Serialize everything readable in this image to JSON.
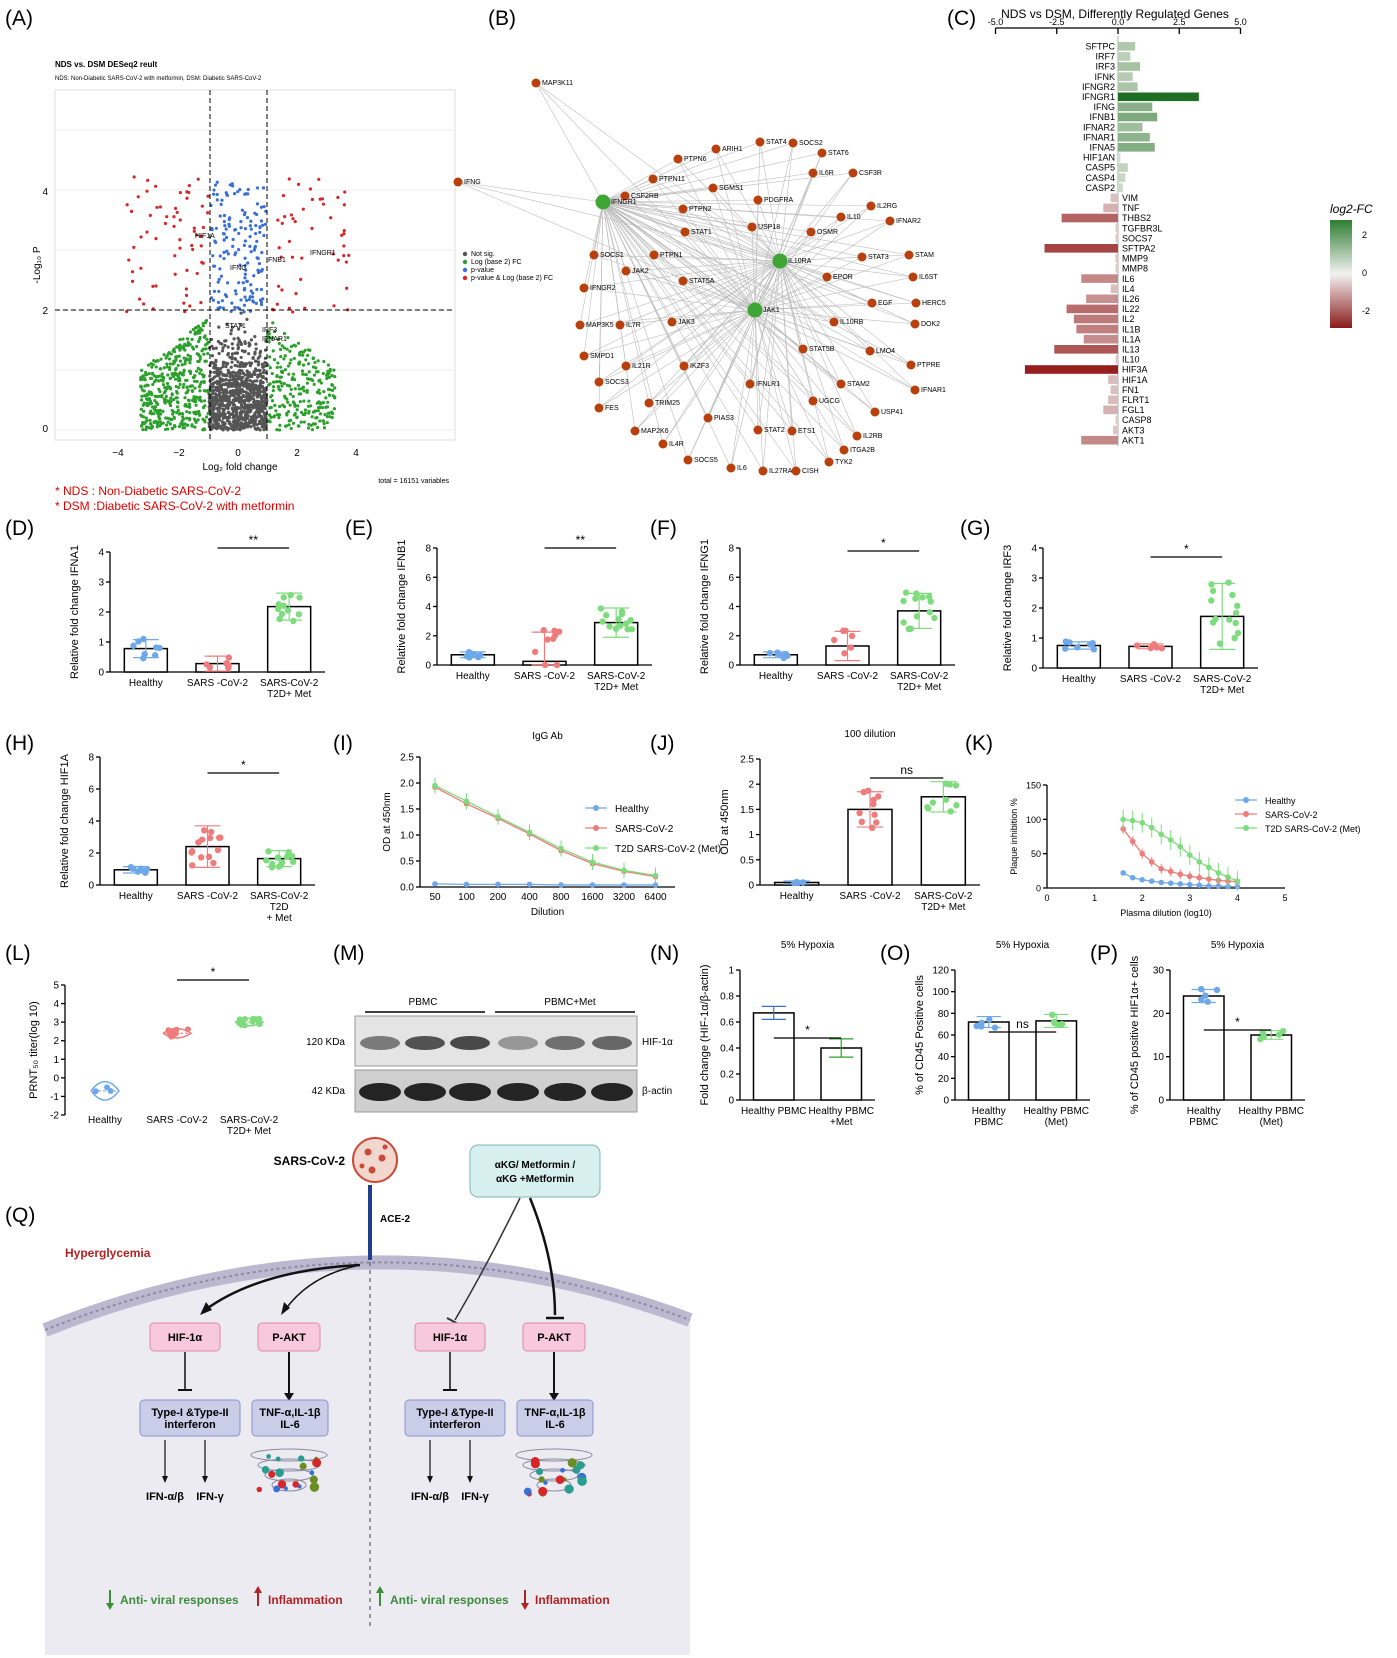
{
  "colors": {
    "up": "#d62728",
    "blue": "#3a6fd6",
    "green": "#2ca02c",
    "grey": "#555555",
    "healthy": "#6fa8e8",
    "sars": "#ee7c7c",
    "t2d": "#7edc7e",
    "node_red": "#b8400c",
    "node_green": "#3fa535",
    "pink": "#f8c8dc",
    "lavender": "#c9cde8",
    "teal": "#d8efef",
    "cell": "#ecebf2"
  },
  "panel_labels": [
    "(A)",
    "(B)",
    "(C)",
    "(D)",
    "(E)",
    "(F)",
    "(G)",
    "(H)",
    "(I)",
    "(J)",
    "(K)",
    "(L)",
    "(M)",
    "(N)",
    "(O)",
    "(P)",
    "(Q)"
  ],
  "panelA": {
    "title": "NDS vs. DSM DESeq2 reult",
    "subtitle": "NDS: Non-Diabetic SARS-CoV-2 with metformin, DSM: Diabetic SARS-CoV-2",
    "xlabel": "Log₂ fold change",
    "ylabel": "-Log₁₀ P",
    "legend": [
      "Not sig.",
      "Log (base 2) FC",
      "p-value",
      "p-value & Log (base 2) FC"
    ],
    "note": "total = 16151 variables",
    "foot1": "* NDS : Non-Diabetic SARS-CoV-2",
    "foot2": "* DSM :Diabetic SARS-CoV-2 with metformin",
    "genes": [
      "HIF1A",
      "IFNB1",
      "IFNGR1",
      "IFNG",
      "STAT1",
      "IRF3",
      "IFNAR1"
    ]
  },
  "panelB": {
    "hubs": [
      "IFNGR1",
      "IL10RA",
      "JAK1"
    ],
    "nodes": [
      "MAP3K11",
      "IFNG",
      "PTPN6",
      "ARIH1",
      "STAT4",
      "SOCS2",
      "STAT6",
      "PTPN11",
      "SGMS1",
      "PDGFRA",
      "IL6R",
      "CSF3R",
      "CSF2RB",
      "PTPN2",
      "IL2RG",
      "USP18",
      "OSMR",
      "IL10",
      "IFNAR2",
      "STAT1",
      "STAT3",
      "STAM",
      "SOCS1",
      "PTPN1",
      "JAK2",
      "EPOR",
      "IL6ST",
      "IFNGR2",
      "STAT5A",
      "EGF",
      "HERC5",
      "MAP3K5",
      "IL7R",
      "JAK3",
      "IL10RB",
      "DOK2",
      "SMPD1",
      "STAT5B",
      "LMO4",
      "PTPRE",
      "IL21R",
      "IKZF3",
      "IFNLR1",
      "STAM2",
      "IFNAR1",
      "SOCS3",
      "FES",
      "TRIM25",
      "UGCG",
      "USP41",
      "PIAS3",
      "ETS1",
      "IL2RB",
      "MAP2K6",
      "IL4R",
      "STAT2",
      "ITGA2B",
      "SOCS5",
      "IL6",
      "IL27RA",
      "CISH",
      "TYK2"
    ]
  },
  "panelC": {
    "title": "NDS vs DSM, Differently Regulated Genes",
    "legend_title": "log2-FC",
    "ticks": [
      "-5.0",
      "-2.5",
      "0.0",
      "2.5",
      "5.0"
    ],
    "legend_ticks": [
      "2",
      "0",
      "-2"
    ]
  },
  "panelD": {
    "ylabel": "Relative fold change IFNA1",
    "sig": "**"
  },
  "panelE": {
    "ylabel": "Relative fold change IFNB1",
    "sig": "**"
  },
  "panelF": {
    "ylabel": "Relative fold change IFNG1",
    "sig": "*"
  },
  "panelG": {
    "ylabel": "Relative fold change IRF3",
    "sig": "*"
  },
  "panelH": {
    "ylabel": "Relative fold change HIF1A",
    "sig": "*"
  },
  "panelI": {
    "title": "IgG Ab",
    "xlabel": "Dilution",
    "ylabel": "OD at 450nm",
    "legend": [
      "Healthy",
      "SARS-CoV-2",
      "T2D SARS-CoV-2 (Met)"
    ]
  },
  "panelJ": {
    "title": "100 dilution",
    "ylabel": "OD at 450nm",
    "sig": "ns"
  },
  "panelK": {
    "xlabel": "Plasma dilution (log10)",
    "ylabel": "Plaque inhibition %",
    "legend": [
      "Healthy",
      "SARS-CoV-2",
      "T2D SARS-CoV-2 (Met)"
    ]
  },
  "panelL": {
    "ylabel": "PRNT₅₀ titer(log 10)",
    "sig": "*"
  },
  "panelM": {
    "groups": [
      "PBMC",
      "PBMC+Met"
    ],
    "bands": [
      "HIF-1α",
      "β-actin"
    ],
    "sizes": [
      "120 KDa",
      "42 KDa"
    ]
  },
  "panelN": {
    "title": "5% Hypoxia",
    "ylabel": "Fold change (HIF-1α/β-actin)",
    "sig": "*",
    "cats": [
      "Healthy PBMC",
      "Healthy PBMC +Met"
    ]
  },
  "panelO": {
    "title": "5% Hypoxia",
    "ylabel": "% of CD45 Positive cells",
    "sig": "ns",
    "cats": [
      "Healthy PBMC",
      "Healthy PBMC (Met)"
    ]
  },
  "panelP": {
    "title": "5% Hypoxia",
    "ylabel": "% of CD45 positive HIF1α+ cells",
    "sig": "*",
    "cats": [
      "Healthy PBMC",
      "Healthy PBMC (Met)"
    ]
  },
  "groups3": [
    "Healthy",
    "SARS -CoV-2",
    "SARS-CoV-2 T2D+ Met"
  ],
  "groups3H": [
    "Healthy",
    "SARS -CoV-2",
    "SARS-CoV-2 T2D + Met"
  ],
  "panelQ": {
    "virus": "SARS-CoV-2",
    "receptor": "ACE-2",
    "drug": "αKG/ Metformin / αKG +Metformin",
    "hyper": "Hyperglycemia",
    "hif": "HIF-1α",
    "pakt": "P-AKT",
    "ifn": "Type-I &Type-II interferon",
    "tnf": "TNF-α,IL-1β IL-6",
    "ifnab": "IFN-α/β",
    "ifng": "IFN-γ",
    "antiviral": "Anti- viral responses",
    "inflam": "Inflammation"
  },
  "chart_data": [
    {
      "panel": "C",
      "type": "bar",
      "title": "NDS vs DSM, Differently Regulated Genes",
      "xlim": [
        -5,
        5
      ],
      "categories": [
        "SFTPC",
        "IRF7",
        "IRF3",
        "IFNK",
        "IFNGR2",
        "IFNGR1",
        "IFNG",
        "IFNB1",
        "IFNAR2",
        "IFNAR1",
        "IFNA5",
        "HIF1AN",
        "CASP5",
        "CASP4",
        "CASP2",
        "VIM",
        "TNF",
        "THBS2",
        "TGFBR3L",
        "SOCS7",
        "SFTPA2",
        "MMP9",
        "MMP8",
        "IL6",
        "IL4",
        "IL26",
        "IL22",
        "IL2",
        "IL1B",
        "IL1A",
        "IL13",
        "IL10",
        "HIF3A",
        "HIF1A",
        "FN1",
        "FLRT1",
        "FGL1",
        "CASP8",
        "AKT3",
        "AKT1"
      ],
      "values": [
        0.7,
        0.5,
        0.9,
        0.6,
        0.8,
        3.3,
        1.4,
        1.6,
        1.0,
        1.3,
        1.5,
        0.1,
        0.4,
        0.3,
        0.2,
        -0.3,
        -0.6,
        -2.3,
        -0.1,
        -0.1,
        -3.0,
        -0.1,
        -0.1,
        -1.5,
        -0.3,
        -1.3,
        -2.1,
        -1.8,
        -1.7,
        -1.4,
        -2.6,
        -0.1,
        -3.8,
        -0.4,
        -0.3,
        -0.4,
        -0.6,
        -0.1,
        -0.2,
        -1.5
      ]
    },
    {
      "panel": "D",
      "type": "bar",
      "ylabel": "Relative fold change IFNA1",
      "categories": [
        "Healthy",
        "SARS -CoV-2",
        "SARS-CoV-2 T2D+ Met"
      ],
      "values": [
        0.78,
        0.28,
        2.18
      ],
      "errors": [
        0.3,
        0.25,
        0.45
      ],
      "ylim": [
        0,
        4
      ]
    },
    {
      "panel": "E",
      "type": "bar",
      "ylabel": "Relative fold change IFNB1",
      "categories": [
        "Healthy",
        "SARS -CoV-2",
        "SARS-CoV-2 T2D+ Met"
      ],
      "values": [
        0.7,
        0.25,
        2.9
      ],
      "errors": [
        0.2,
        2.0,
        1.0
      ],
      "ylim": [
        0,
        8
      ]
    },
    {
      "panel": "F",
      "type": "bar",
      "ylabel": "Relative fold change IFNG1",
      "categories": [
        "Healthy",
        "SARS -CoV-2",
        "SARS-CoV-2 T2D+ Met"
      ],
      "values": [
        0.7,
        1.3,
        3.7
      ],
      "errors": [
        0.2,
        1.0,
        1.2
      ],
      "ylim": [
        0,
        8
      ]
    },
    {
      "panel": "G",
      "type": "bar",
      "ylabel": "Relative fold change IRF3",
      "categories": [
        "Healthy",
        "SARS -CoV-2",
        "SARS-CoV-2 T2D+ Met"
      ],
      "values": [
        0.75,
        0.72,
        1.72
      ],
      "errors": [
        0.12,
        0.08,
        1.1
      ],
      "ylim": [
        0,
        4
      ]
    },
    {
      "panel": "H",
      "type": "bar",
      "ylabel": "Relative fold change HIF1A",
      "categories": [
        "Healthy",
        "SARS -CoV-2",
        "SARS-CoV-2 T2D + Met"
      ],
      "values": [
        0.95,
        2.4,
        1.65
      ],
      "errors": [
        0.2,
        1.3,
        0.5
      ],
      "ylim": [
        0,
        8
      ]
    },
    {
      "panel": "I",
      "type": "line",
      "title": "IgG Ab",
      "xlabel": "Dilution",
      "ylabel": "OD at 450nm",
      "x": [
        "50",
        "100",
        "200",
        "400",
        "800",
        "1600",
        "3200",
        "6400"
      ],
      "ylim": [
        0,
        2.5
      ],
      "series": [
        {
          "name": "Healthy",
          "values": [
            0.06,
            0.05,
            0.05,
            0.05,
            0.04,
            0.04,
            0.04,
            0.04
          ]
        },
        {
          "name": "SARS-CoV-2",
          "values": [
            1.92,
            1.6,
            1.32,
            1.02,
            0.7,
            0.45,
            0.3,
            0.2
          ]
        },
        {
          "name": "T2D SARS-CoV-2 (Met)",
          "values": [
            1.95,
            1.65,
            1.35,
            1.05,
            0.74,
            0.48,
            0.32,
            0.22
          ]
        }
      ]
    },
    {
      "panel": "J",
      "type": "bar",
      "title": "100 dilution",
      "ylabel": "OD at 450nm",
      "categories": [
        "Healthy",
        "SARS -CoV-2",
        "SARS-CoV-2 T2D+ Met"
      ],
      "values": [
        0.05,
        1.5,
        1.75
      ],
      "errors": [
        0.03,
        0.35,
        0.3
      ],
      "ylim": [
        0,
        2.5
      ]
    },
    {
      "panel": "K",
      "type": "line",
      "xlabel": "Plasma dilution (log10)",
      "ylabel": "Plaque inhibition %",
      "xlim": [
        0,
        5
      ],
      "ylim": [
        0,
        150
      ],
      "x": [
        1.6,
        1.8,
        2.0,
        2.2,
        2.4,
        2.6,
        2.8,
        3.0,
        3.2,
        3.4,
        3.6,
        3.8,
        4.0
      ],
      "series": [
        {
          "name": "Healthy",
          "values": [
            22,
            15,
            12,
            10,
            8,
            7,
            6,
            5,
            4,
            3,
            3,
            2,
            2
          ]
        },
        {
          "name": "SARS-CoV-2",
          "values": [
            86,
            68,
            50,
            38,
            28,
            24,
            20,
            17,
            15,
            13,
            11,
            10,
            9
          ]
        },
        {
          "name": "T2D SARS-CoV-2 (Met)",
          "values": [
            100,
            98,
            95,
            88,
            78,
            70,
            60,
            48,
            38,
            30,
            22,
            16,
            10
          ]
        }
      ]
    },
    {
      "panel": "L",
      "type": "scatter",
      "ylabel": "PRNT₅₀ titer(log 10)",
      "categories": [
        "Healthy",
        "SARS -CoV-2",
        "SARS-CoV-2 T2D+ Met"
      ],
      "values": [
        -0.7,
        2.4,
        3.0
      ],
      "ylim": [
        -2,
        5
      ]
    },
    {
      "panel": "N",
      "type": "bar",
      "title": "5% Hypoxia",
      "ylabel": "Fold change (HIF-1α/β-actin)",
      "categories": [
        "Healthy PBMC",
        "Healthy PBMC +Met"
      ],
      "values": [
        0.67,
        0.4
      ],
      "errors": [
        0.05,
        0.07
      ],
      "ylim": [
        0,
        1.0
      ]
    },
    {
      "panel": "O",
      "type": "bar",
      "title": "5% Hypoxia",
      "ylabel": "% of CD45 Positive cells",
      "categories": [
        "Healthy PBMC",
        "Healthy PBMC (Met)"
      ],
      "values": [
        72,
        73
      ],
      "errors": [
        5,
        6
      ],
      "ylim": [
        0,
        120
      ]
    },
    {
      "panel": "P",
      "type": "bar",
      "title": "5% Hypoxia",
      "ylabel": "% of CD45 positive HIF1α+ cells",
      "categories": [
        "Healthy PBMC",
        "Healthy PBMC (Met)"
      ],
      "values": [
        24,
        15
      ],
      "errors": [
        1.5,
        1.0
      ],
      "ylim": [
        0,
        30
      ]
    }
  ]
}
